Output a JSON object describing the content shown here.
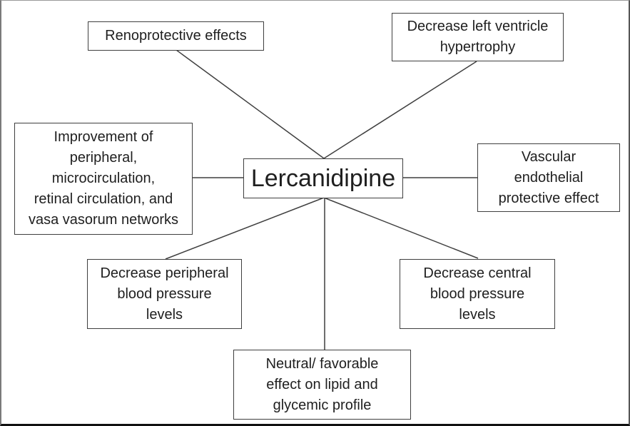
{
  "diagram": {
    "center_label": "Lercanidipine",
    "nodes": [
      {
        "id": "renoprotective",
        "label": [
          "Renoprotective effects"
        ]
      },
      {
        "id": "lv-hypertrophy",
        "label": [
          "Decrease left ventricle",
          "hypertrophy"
        ]
      },
      {
        "id": "microcirculation",
        "label": [
          "Improvement of",
          "peripheral,",
          "microcirculation,",
          "retinal circulation, and",
          "vasa vasorum networks"
        ]
      },
      {
        "id": "vascular-endothelial",
        "label": [
          "Vascular",
          "endothelial",
          "protective effect"
        ]
      },
      {
        "id": "peripheral-bp",
        "label": [
          "Decrease peripheral",
          "blood pressure",
          "levels"
        ]
      },
      {
        "id": "central-bp",
        "label": [
          "Decrease central",
          "blood pressure",
          "levels"
        ]
      },
      {
        "id": "lipid-glycemic",
        "label": [
          "Neutral/ favorable",
          "effect on lipid and",
          "glycemic profile"
        ]
      }
    ],
    "colors": {
      "line": "#3f3f3f",
      "box_border": "#3f3f3f",
      "text": "#1f1f1f",
      "background": "#ffffff"
    }
  }
}
